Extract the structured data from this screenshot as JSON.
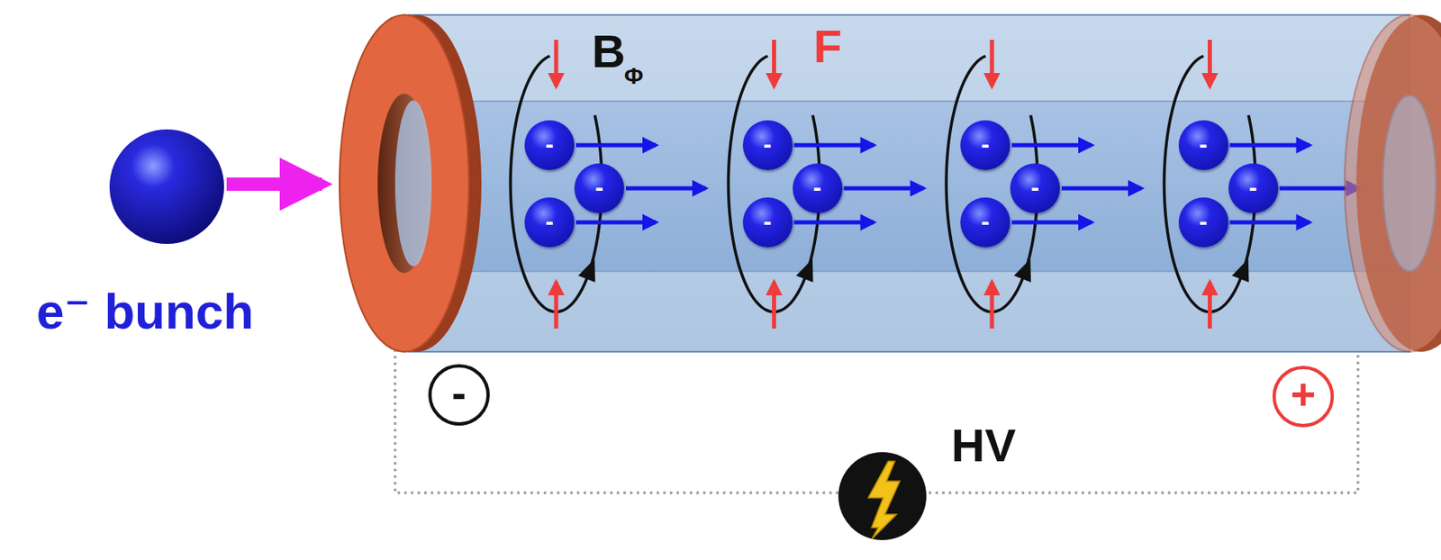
{
  "diagram": {
    "nodes": [
      {
        "text": [
          "-"
        ]
      },
      {
        "text": [
          "-"
        ]
      },
      {
        "text": [
          "-"
        ]
      },
      {
        "text": [
          "-"
        ]
      },
      {
        "text": [
          "-"
        ]
      },
      {
        "text": [
          "-"
        ]
      },
      {
        "text": [
          "-"
        ]
      },
      {
        "text": [
          "-"
        ]
      },
      {
        "text": [
          "-"
        ]
      },
      {
        "text": [
          "-"
        ]
      },
      {
        "text": [
          "-"
        ]
      },
      {
        "text": [
          "-"
        ]
      },
      {
        "text": [
          "-"
        ]
      },
      {
        "text": [
          "+"
        ]
      }
    ],
    "labels": [
      "e⁻ bunch",
      "B",
      "Φ",
      "F",
      "HV"
    ]
  }
}
